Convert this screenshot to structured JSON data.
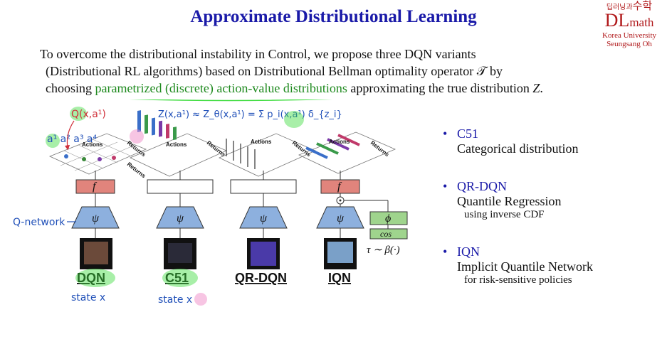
{
  "title": "Approximate Distributional Learning",
  "logo": {
    "korean_small": "딥러닝",
    "korean_mid": "과",
    "korean_big": "수학",
    "brand_main": "DL",
    "brand_sub": "math",
    "university": "Korea University",
    "author": "Seungsang Oh"
  },
  "intro": {
    "line1": "To overcome the distributional instability in Control, we propose three DQN variants",
    "line2": "(Distributional RL algorithms) based on Distributional Bellman optimality operator 𝒯 by",
    "line3_a": "choosing ",
    "line3_green": "parametrized (discrete) action-value distributions",
    "line3_b": " approximating the true distribution ",
    "line3_z": "Z",
    "line3_end": "."
  },
  "methods": [
    {
      "name": "C51",
      "desc": "Categorical distribution",
      "note": ""
    },
    {
      "name": "QR-DQN",
      "desc": "Quantile Regression",
      "note": "using inverse CDF"
    },
    {
      "name": "IQN",
      "desc": "Implicit Quantile Network",
      "note": "for risk-sensitive policies"
    }
  ],
  "diagram": {
    "labels": [
      "DQN",
      "C51",
      "QR-DQN",
      "IQN"
    ],
    "actions_label": "Actions",
    "returns_label": "Returns",
    "f_label": "f",
    "psi_label": "ψ",
    "phi_label": "ϕ",
    "cos_label": "cos",
    "tau_label": "τ ∼ β(·)",
    "annot_q": "Q(x,a¹)",
    "annot_actions": "a¹  a²  a³  a⁴",
    "annot_z": "Z(x,a¹) ≈ Z_θ(x,a¹) = Σ p_i(x,a¹) δ_{z_i}",
    "annot_qnet": "Q-network",
    "annot_state": "state x",
    "colors": {
      "title": "#1a1aa8",
      "green_text": "#1f8a1f",
      "f_box": "#e1847c",
      "psi": "#8db0de",
      "phi": "#9fd48d",
      "annotation_blue": "#1f4fb8",
      "annotation_red": "#d0303a",
      "highlight_green": "#3fdc3f",
      "highlight_pink": "#f08cc8"
    }
  }
}
